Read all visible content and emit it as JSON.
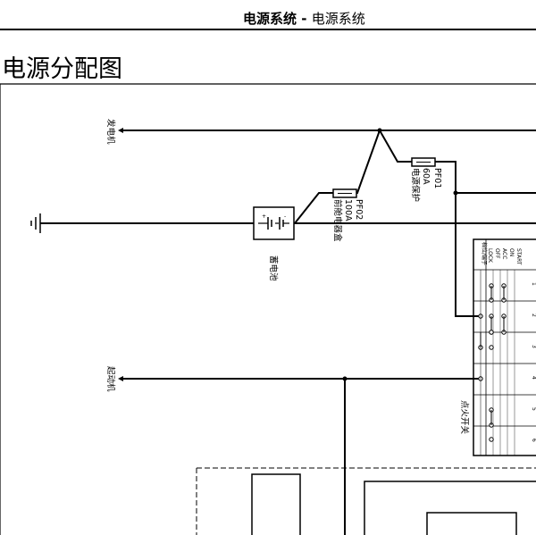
{
  "header": {
    "part1": "电源系统",
    "separator": " - ",
    "part2": "电源系统"
  },
  "page_title": "电源分配图",
  "labels": {
    "generator": "发电机",
    "starter": "起动机",
    "battery": "蓄电池",
    "fuse_pf01_code": "PF01",
    "fuse_pf01_rating": "60A",
    "fuse_pf01_name": "电源保护",
    "fuse_pf02_code": "PF02",
    "fuse_pf02_rating": "100A",
    "fuse_pf02_name": "前舱电器盒",
    "ignition_switch": "点火开关"
  },
  "ignition_table": {
    "header_partial": "档位/端子",
    "rows": [
      "LOCK",
      "OFF",
      "ACC",
      "ON",
      "START"
    ],
    "columns": [
      "1",
      "2",
      "3",
      "4",
      "5",
      "6"
    ]
  }
}
